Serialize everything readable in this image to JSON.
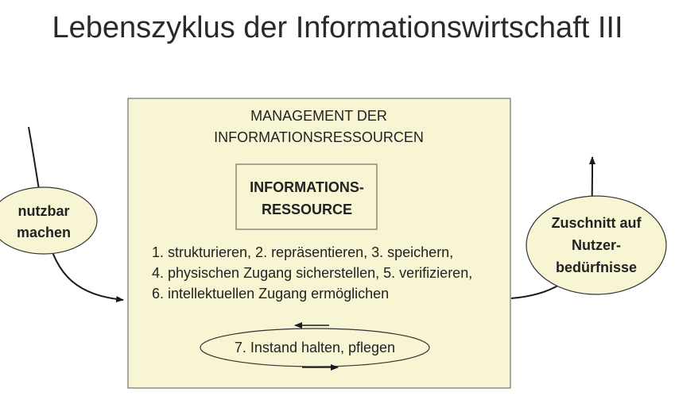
{
  "title": "Lebenszyklus der Informationswirtschaft III",
  "main_box": {
    "heading_line1": "MANAGEMENT DER",
    "heading_line2": "INFORMATIONSRESSOURCEN",
    "fill_color": "#f8f5d4"
  },
  "inner_box": {
    "line1": "INFORMATIONS-",
    "line2": "RESSOURCE"
  },
  "steps": {
    "line1": "1. strukturieren, 2. repräsentieren, 3. speichern,",
    "line2": "4. physischen Zugang sicherstellen, 5. verifizieren,",
    "line3": "6.  intellektuellen Zugang ermöglichen"
  },
  "cycle_ellipse": {
    "label": "7. Instand halten, pflegen"
  },
  "left_ellipse": {
    "line1": "nutzbar",
    "line2": "machen"
  },
  "right_ellipse": {
    "line1": "Zuschnitt auf",
    "line2": "Nutzer-",
    "line3": "bedürfnisse"
  }
}
